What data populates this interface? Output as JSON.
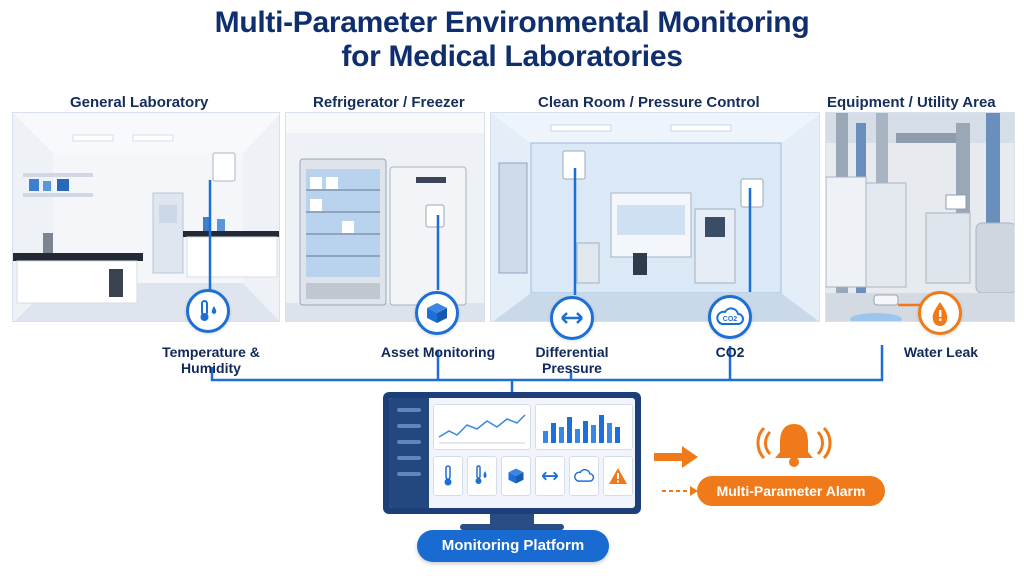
{
  "title_line1": "Multi-Parameter Environmental Monitoring",
  "title_line2": "for Medical Laboratories",
  "areas": [
    {
      "label": "General Laboratory"
    },
    {
      "label": "Refrigerator / Freezer"
    },
    {
      "label": "Clean Room / Pressure Control"
    },
    {
      "label": "Equipment / Utility Area"
    }
  ],
  "sensors": {
    "temp_humidity_line1": "Temperature &",
    "temp_humidity_line2": "Humidity",
    "asset": "Asset Monitoring",
    "diff_pressure_line1": "Differential",
    "diff_pressure_line2": "Pressure",
    "co2": "CO2",
    "co2_icon_text": "CO2",
    "water_leak": "Water Leak"
  },
  "platform": {
    "label": "Monitoring Platform"
  },
  "alarm": {
    "label": "Multi-Parameter Alarm"
  },
  "colors": {
    "primary": "#1a6bd1",
    "navy": "#0f2e6e",
    "alert": "#f07a19"
  },
  "icons": [
    "thermometer-droplet-icon",
    "cube-icon",
    "double-arrow-icon",
    "co2-cloud-icon",
    "water-drop-warning-icon",
    "bell-alarm-icon",
    "arrow-right-icon"
  ]
}
